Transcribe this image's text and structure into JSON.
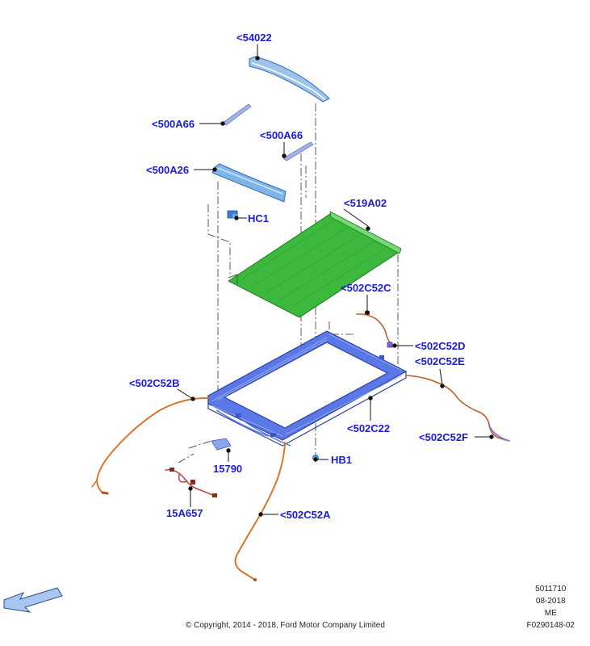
{
  "callouts": [
    {
      "id": "c54022",
      "text": "<54022"
    },
    {
      "id": "c500A66a",
      "text": "<500A66"
    },
    {
      "id": "c500A66b",
      "text": "<500A66"
    },
    {
      "id": "c500A26",
      "text": "<500A26"
    },
    {
      "id": "c519A02",
      "text": "<519A02"
    },
    {
      "id": "cHC1",
      "text": "HC1"
    },
    {
      "id": "c502C52C",
      "text": "<502C52C"
    },
    {
      "id": "c502C52D",
      "text": "<502C52D"
    },
    {
      "id": "c502C52E",
      "text": "<502C52E"
    },
    {
      "id": "c502C52B",
      "text": "<502C52B"
    },
    {
      "id": "c502C22",
      "text": "<502C22"
    },
    {
      "id": "c502C52F",
      "text": "<502C52F"
    },
    {
      "id": "cHB1",
      "text": "HB1"
    },
    {
      "id": "c15790",
      "text": "15790"
    },
    {
      "id": "c15A657",
      "text": "15A657"
    },
    {
      "id": "c502C52A",
      "text": "<502C52A"
    }
  ],
  "meta": {
    "code": "5011710",
    "date": "08-2018",
    "region": "ME",
    "figure_id": "F0290148-02"
  },
  "copyright": "© Copyright, 2014 - 2018, Ford Motor Company Limited",
  "colors": {
    "callout_text": "#1a1adc",
    "frame_blue": "#4a62d8",
    "shade_green": "#3cb83c",
    "harness_orange": "#d9762a",
    "panel_light_blue": "#7fb6ea"
  },
  "icons": {
    "view_arrow": "direction-arrow-icon"
  }
}
